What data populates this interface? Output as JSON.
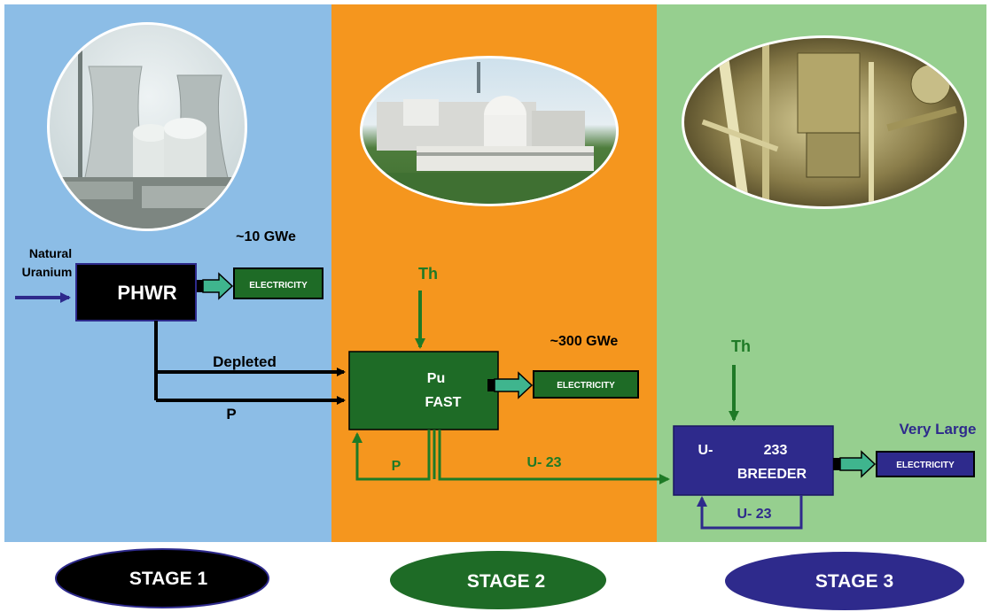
{
  "colors": {
    "stage1_bg": "#8cbde6",
    "stage2_bg": "#f5961e",
    "stage3_bg": "#96cf8f",
    "stage1_box": "#000000",
    "stage2_box": "#1e6b26",
    "stage3_box": "#2e2a8c",
    "teal_arrow": "#3fb58e",
    "green_text": "#1e7a26",
    "blue_text": "#2e2a8c"
  },
  "stage1": {
    "input_label_line1": "Natural",
    "input_label_line2": "Uranium",
    "reactor_label": "PHWR",
    "capacity": "~10 GWe",
    "output_label": "ELECTRICITY",
    "depleted_label": "Depleted",
    "p_label": "P",
    "stage_label": "STAGE 1",
    "photo": "cooling-towers-photo"
  },
  "stage2": {
    "input_label": "Th",
    "reactor_line1": "Pu",
    "reactor_line2": "FAST",
    "capacity": "~300 GWe",
    "output_label": "ELECTRICITY",
    "loop_label": "P",
    "u233_label": "U-  23",
    "stage_label": "STAGE 2",
    "photo": "fast-reactor-plant-photo"
  },
  "stage3": {
    "input_label": "Th",
    "reactor_u": "U-",
    "reactor_233": "233",
    "reactor_line2": "BREEDER",
    "capacity": "Very Large",
    "output_label": "ELECTRICITY",
    "loop_label": "U-  23",
    "stage_label": "STAGE 3",
    "photo": "reactor-interior-photo"
  }
}
